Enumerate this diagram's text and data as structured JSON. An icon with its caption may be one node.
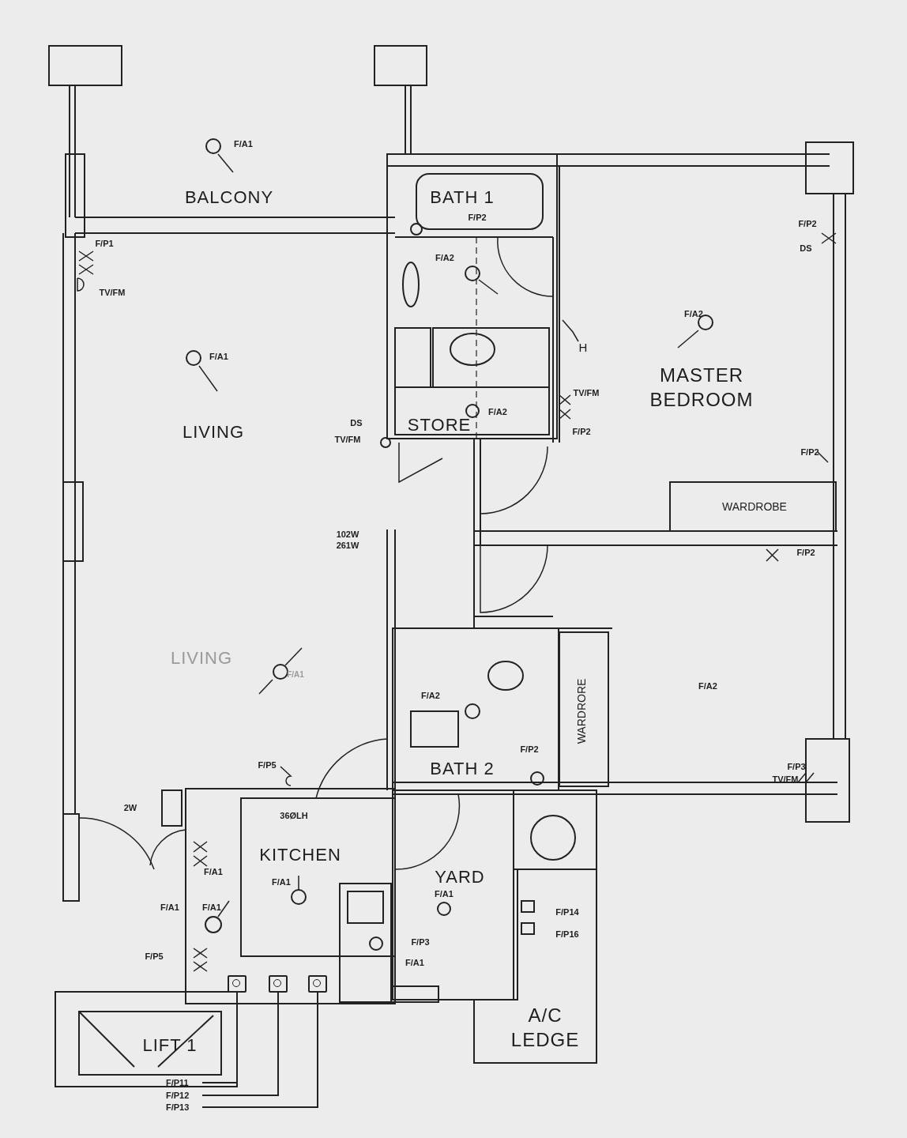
{
  "diagram": {
    "nodes": [
      {
        "text": [
          "F/P11"
        ]
      },
      {
        "text": [
          "F/P12"
        ]
      },
      {
        "text": [
          "F/P13"
        ]
      },
      {
        "text": [],
        "shape": "box"
      },
      {
        "text": [],
        "shape": "box"
      },
      {
        "text": [],
        "shape": "box"
      }
    ],
    "edges": [
      {
        "from": 0,
        "to": 3,
        "arrow": "none"
      },
      {
        "from": 1,
        "to": 4,
        "arrow": "none"
      },
      {
        "from": 2,
        "to": 5,
        "arrow": "none"
      }
    ],
    "labels": [
      "F/A1",
      "BALCONY",
      "BATH 1",
      "F/P2",
      "F/P1",
      "TV/FM",
      "F/A2",
      "F/P2",
      "DS",
      "F/A2",
      "H",
      "F/A1",
      "LIVING",
      "MASTER BEDROOM",
      "DS",
      "TV/FM",
      "STORE",
      "F/A2",
      "TV/FM",
      "F/P2",
      "F/P2",
      "WARDROBE",
      "102W",
      "261W",
      "F/P2",
      "LIVING",
      "F/A1",
      "F/A2",
      "F/A2",
      "WARDRORE",
      "F/P2",
      "BATH 2",
      "F/P5",
      "F/P3",
      "TV/FM",
      "2W",
      "36ØLH",
      "KITCHEN",
      "F/A1",
      "F/A1",
      "YARD",
      "F/A1",
      "F/A1",
      "F/A1",
      "F/P14",
      "F/P16",
      "F/P5",
      "F/P3",
      "F/A1",
      "A/C LEDGE",
      "LIFT 1"
    ]
  }
}
